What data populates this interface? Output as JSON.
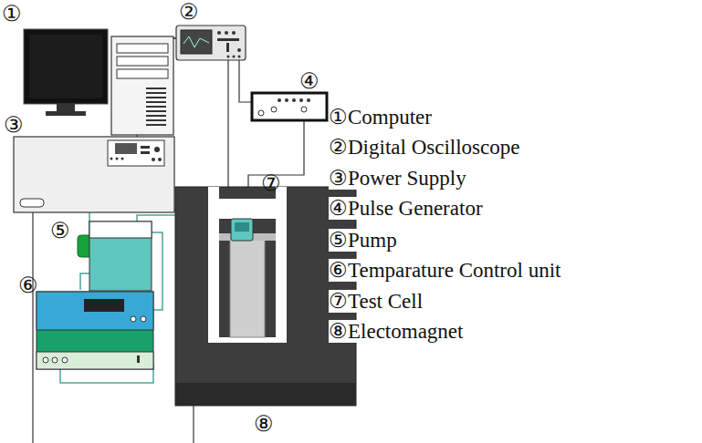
{
  "diagram": {
    "labels": [
      "①",
      "②",
      "③",
      "④",
      "⑤",
      "⑥",
      "⑦",
      "⑧",
      "①Computer",
      "②Digital Oscilloscope",
      "③Power Supply",
      "④Pulse Generator",
      "⑤Pump",
      "⑥Temparature Control unit",
      "⑦Test Cell",
      "⑧Electomagnet"
    ]
  }
}
